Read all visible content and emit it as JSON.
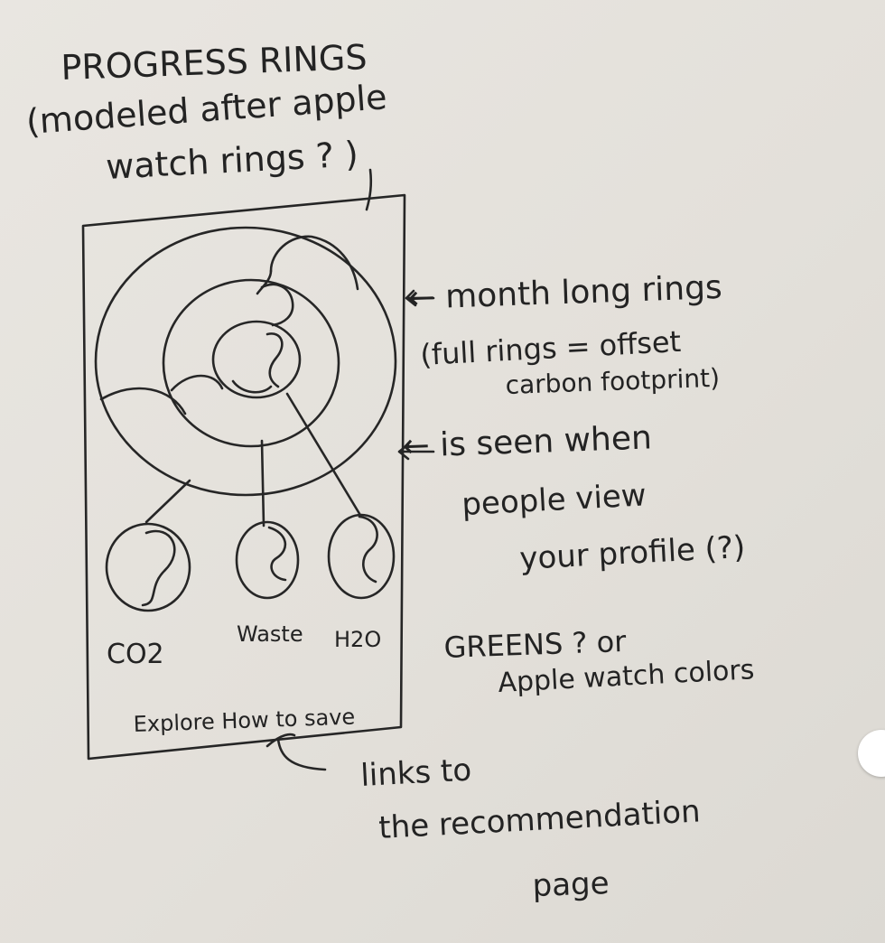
{
  "title": {
    "line1": "PROGRESS RINGS",
    "line2": "(modeled after apple",
    "line3": "watch rings ? )"
  },
  "annotations": {
    "month_line1": "← month long rings",
    "month_line2": "(full rings = offset",
    "month_line3": "carbon footprint)",
    "seen_line1": "← is seen when",
    "seen_line2": "people view",
    "seen_line3": "your profile (?)",
    "colors_line1": "GREENS ? or",
    "colors_line2": "Apple watch colors",
    "links_line1": "links to",
    "links_line2": "the recommendation",
    "links_line3": "page"
  },
  "phone": {
    "ring_labels": [
      "CO2",
      "Waste",
      "H2O"
    ],
    "explore_label": "Explore How to save"
  },
  "colors": {
    "paper": "#e4e1dc",
    "ink": "#232323"
  }
}
